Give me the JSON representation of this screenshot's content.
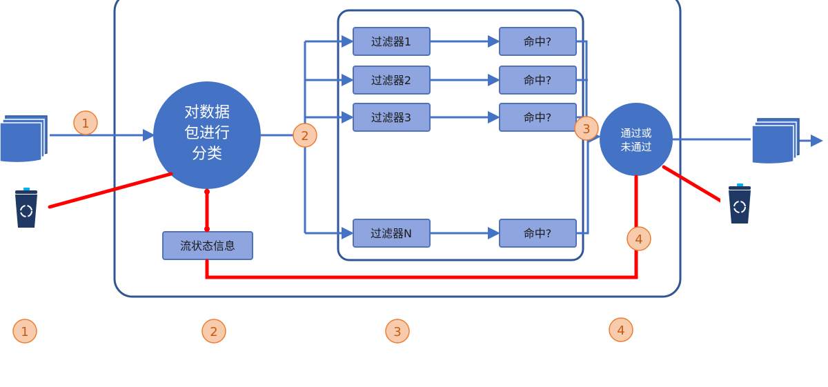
{
  "classify": {
    "line1": "对数据",
    "line2": "包进行",
    "line3": "分类"
  },
  "flow_state": "流状态信息",
  "filters": [
    {
      "name": "过滤器1",
      "hit": "命中?"
    },
    {
      "name": "过滤器2",
      "hit": "命中?"
    },
    {
      "name": "过滤器3",
      "hit": "命中?"
    },
    {
      "name": "过滤器N",
      "hit": "命中?"
    }
  ],
  "verdict": {
    "line1": "通过或",
    "line2": "未通过"
  },
  "step_badges": [
    "1",
    "2",
    "3",
    "4"
  ],
  "legend_numbers": [
    "1",
    "2",
    "3",
    "4"
  ],
  "icons": {
    "input_packets": "packet-stack-icon",
    "output_packets": "packet-stack-icon",
    "discard_left": "recycle-bin-icon",
    "discard_right": "recycle-bin-icon"
  },
  "colors": {
    "flow_blue": "#4472c4",
    "circle_fill": "#4472c4",
    "filter_fill": "#8ea5e0",
    "drop_red": "#ff0000",
    "badge_fill": "#f8cbad",
    "badge_stroke": "#ed7d31"
  }
}
